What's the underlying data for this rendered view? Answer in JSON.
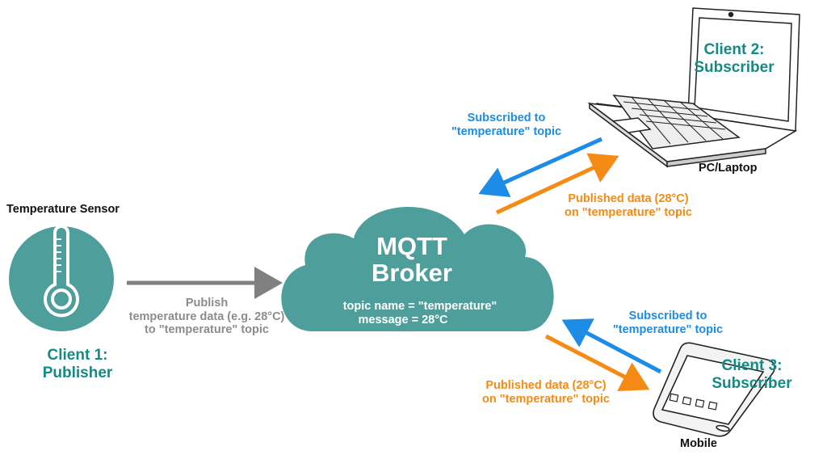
{
  "colors": {
    "teal": "#4e9f9b",
    "teal_text": "#138a86",
    "blue": "#1c8ce6",
    "orange": "#f58a14",
    "grey": "#8c8c8c"
  },
  "sensor": {
    "device_label": "Temperature Sensor",
    "client_line1": "Client 1:",
    "client_line2": "Publisher",
    "icon": "thermometer-icon"
  },
  "broker": {
    "title_line1": "MQTT",
    "title_line2": "Broker",
    "topic_line": "topic name = \"temperature\"",
    "message_line": "message = 28°C"
  },
  "publish_arrow": {
    "line1": "Publish",
    "line2": "temperature data (e.g. 28°C)",
    "line3": "to \"temperature\" topic"
  },
  "laptop": {
    "device_label": "PC/Laptop",
    "client_line1": "Client 2:",
    "client_line2": "Subscriber",
    "icon": "laptop-icon",
    "subscribed_line1": "Subscribed to",
    "subscribed_line2": "\"temperature\" topic",
    "published_line1": "Published data (28°C)",
    "published_line2": "on \"temperature\" topic"
  },
  "mobile": {
    "device_label": "Mobile",
    "client_line1": "Client 3:",
    "client_line2": "Subscriber",
    "icon": "mobile-phone-icon",
    "subscribed_line1": "Subscribed to",
    "subscribed_line2": "\"temperature\" topic",
    "published_line1": "Published data (28°C)",
    "published_line2": "on \"temperature\" topic"
  }
}
